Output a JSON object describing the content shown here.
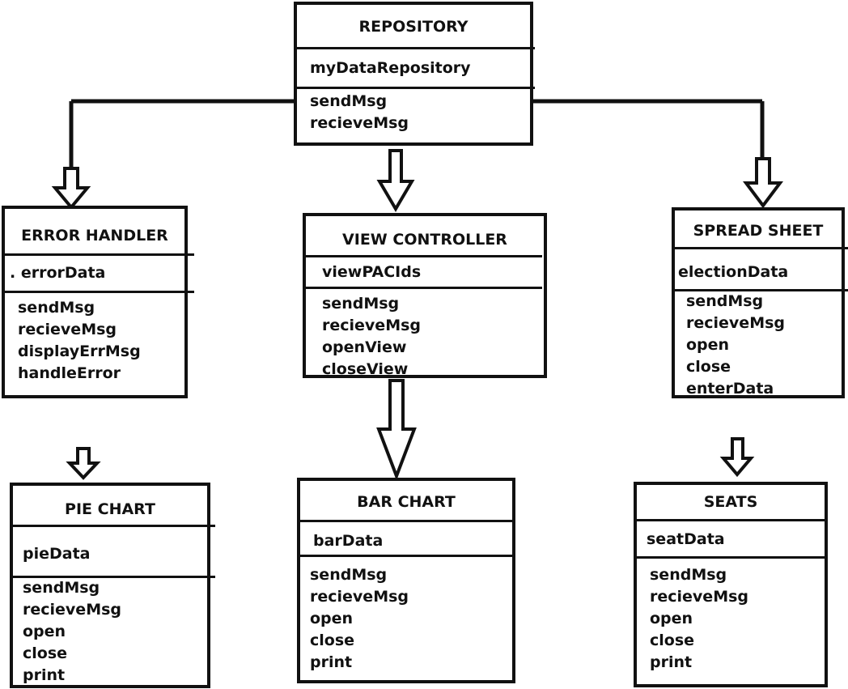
{
  "diagram": {
    "classes": [
      {
        "id": "repository",
        "name": "REPOSITORY",
        "attributes": [
          "myDataRepository"
        ],
        "operations": [
          "sendMsg",
          "recieveMsg"
        ]
      },
      {
        "id": "error-handler",
        "name": "ERROR HANDLER",
        "attributes": [
          ". errorData"
        ],
        "operations": [
          "sendMsg",
          "recieveMsg",
          "displayErrMsg",
          "handleError"
        ]
      },
      {
        "id": "view-controller",
        "name": "VIEW CONTROLLER",
        "attributes": [
          "viewPACIds"
        ],
        "operations": [
          "sendMsg",
          "recieveMsg",
          "openView",
          "closeView"
        ]
      },
      {
        "id": "spread-sheet",
        "name": "SPREAD SHEET",
        "attributes": [
          "electionData"
        ],
        "operations": [
          "sendMsg",
          "recieveMsg",
          "open",
          "close",
          "enterData"
        ]
      },
      {
        "id": "pie-chart",
        "name": "PIE CHART",
        "attributes": [
          "pieData"
        ],
        "operations": [
          "sendMsg",
          "recieveMsg",
          "open",
          "close",
          "print"
        ]
      },
      {
        "id": "bar-chart",
        "name": "BAR CHART",
        "attributes": [
          "barData"
        ],
        "operations": [
          "sendMsg",
          "recieveMsg",
          "open",
          "close",
          "print"
        ]
      },
      {
        "id": "seats",
        "name": "SEATS",
        "attributes": [
          "seatData"
        ],
        "operations": [
          "sendMsg",
          "recieveMsg",
          "open",
          "close",
          "print"
        ]
      }
    ],
    "connections": [
      {
        "from": "repository",
        "to": "error-handler"
      },
      {
        "from": "repository",
        "to": "view-controller"
      },
      {
        "from": "repository",
        "to": "spread-sheet"
      },
      {
        "from": "view-controller",
        "to": "bar-chart"
      }
    ],
    "arrows": [
      {
        "points_to": "pie-chart"
      },
      {
        "points_to": "seats"
      }
    ],
    "colors": {
      "line": "#111111",
      "background": "#ffffff"
    }
  }
}
